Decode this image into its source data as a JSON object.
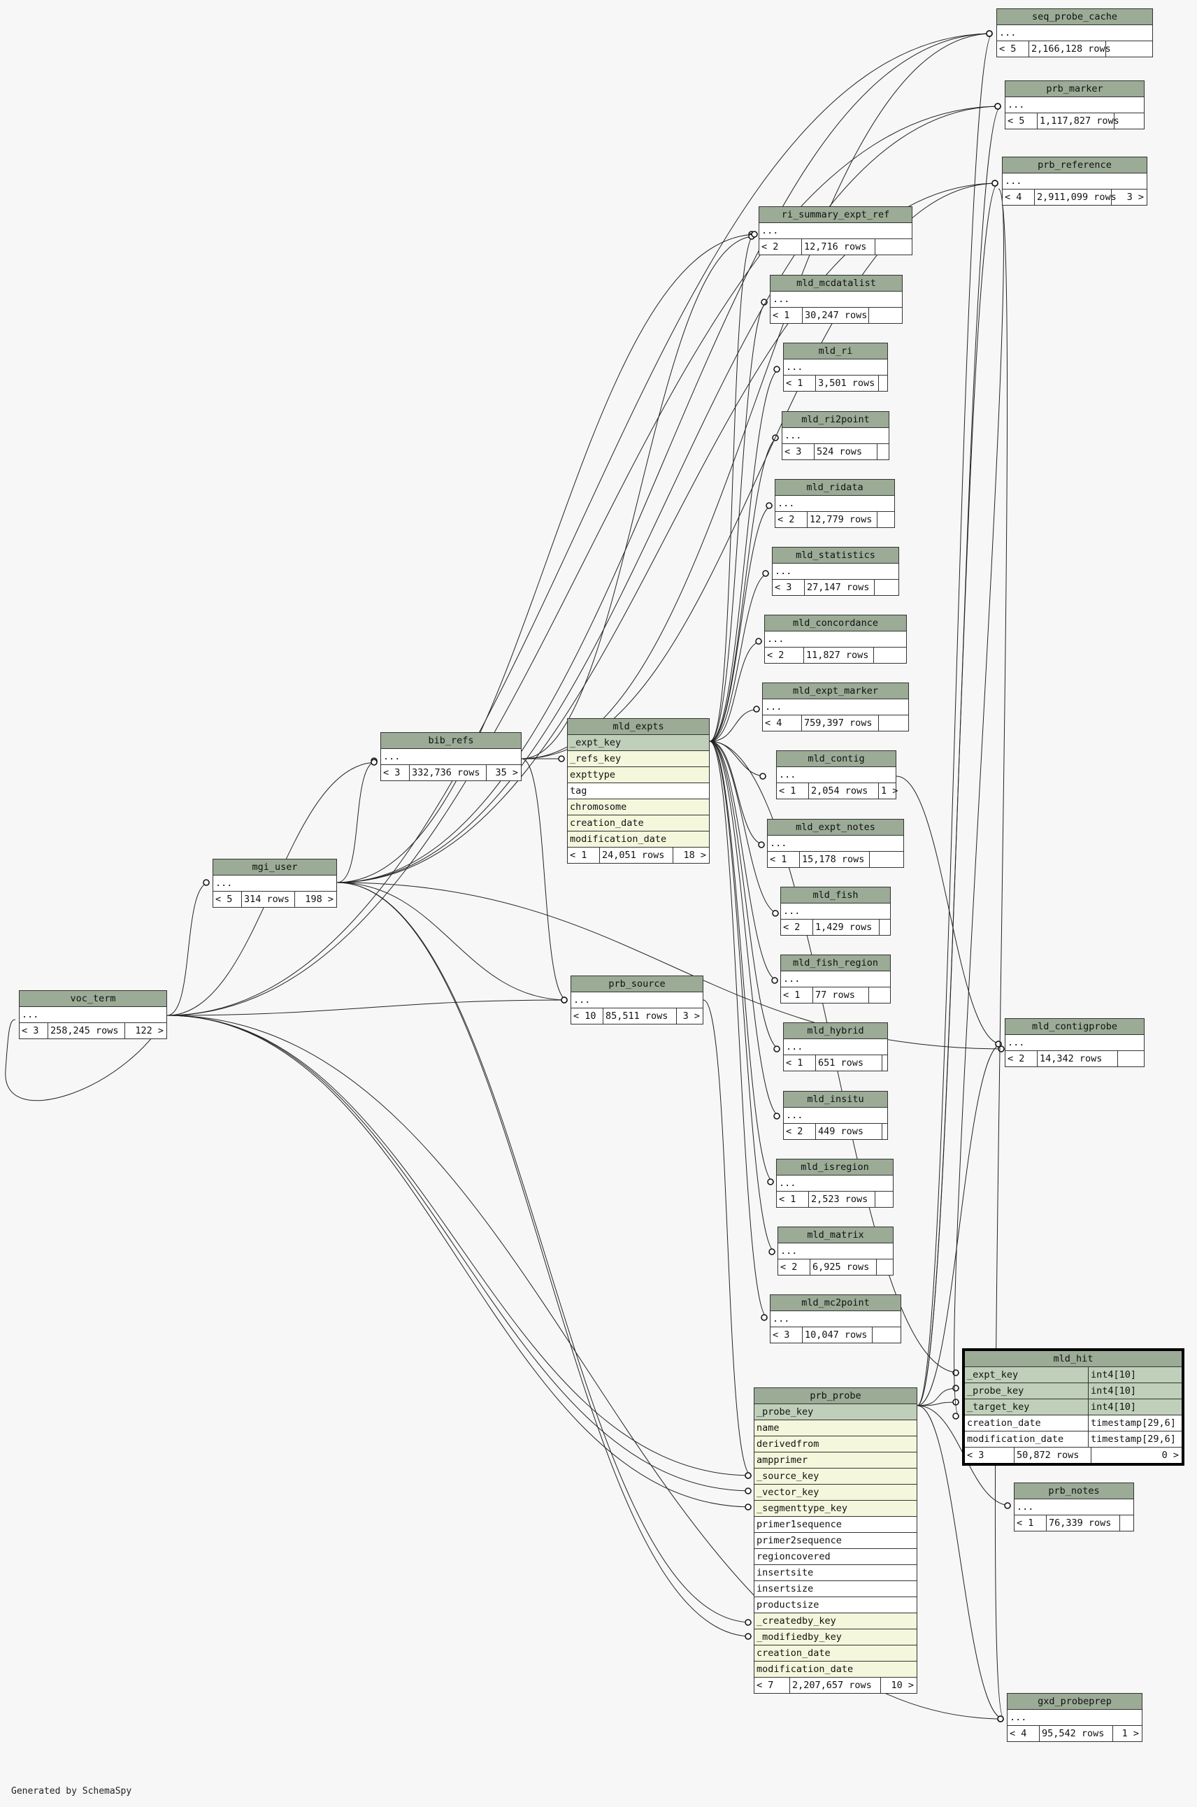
{
  "footer": "Generated by SchemaSpy",
  "colors": {
    "header": "#9bab96",
    "pk": "#bfcfb9",
    "fk": "#f4f7dc",
    "background": "#f7f7f7"
  },
  "tables": [
    {
      "id": "seq_probe_cache",
      "name": "seq_probe_cache",
      "rows": [
        "..."
      ],
      "parents": "< 5",
      "count": "2,166,128 rows",
      "children": ""
    },
    {
      "id": "prb_marker",
      "name": "prb_marker",
      "rows": [
        "..."
      ],
      "parents": "< 5",
      "count": "1,117,827 rows",
      "children": ""
    },
    {
      "id": "prb_reference",
      "name": "prb_reference",
      "rows": [
        "..."
      ],
      "parents": "< 4",
      "count": "2,911,099 rows",
      "children": "3 >"
    },
    {
      "id": "ri_summary_expt_ref",
      "name": "ri_summary_expt_ref",
      "rows": [
        "..."
      ],
      "parents": "< 2",
      "count": "12,716 rows",
      "children": ""
    },
    {
      "id": "mld_mcdatalist",
      "name": "mld_mcdatalist",
      "rows": [
        "..."
      ],
      "parents": "< 1",
      "count": "30,247 rows",
      "children": ""
    },
    {
      "id": "mld_ri",
      "name": "mld_ri",
      "rows": [
        "..."
      ],
      "parents": "< 1",
      "count": "3,501 rows",
      "children": ""
    },
    {
      "id": "mld_ri2point",
      "name": "mld_ri2point",
      "rows": [
        "..."
      ],
      "parents": "< 3",
      "count": "524 rows",
      "children": ""
    },
    {
      "id": "mld_ridata",
      "name": "mld_ridata",
      "rows": [
        "..."
      ],
      "parents": "< 2",
      "count": "12,779 rows",
      "children": ""
    },
    {
      "id": "mld_statistics",
      "name": "mld_statistics",
      "rows": [
        "..."
      ],
      "parents": "< 3",
      "count": "27,147 rows",
      "children": ""
    },
    {
      "id": "mld_concordance",
      "name": "mld_concordance",
      "rows": [
        "..."
      ],
      "parents": "< 2",
      "count": "11,827 rows",
      "children": ""
    },
    {
      "id": "mld_expt_marker",
      "name": "mld_expt_marker",
      "rows": [
        "..."
      ],
      "parents": "< 4",
      "count": "759,397 rows",
      "children": ""
    },
    {
      "id": "mld_contig",
      "name": "mld_contig",
      "rows": [
        "..."
      ],
      "parents": "< 1",
      "count": "2,054 rows",
      "children": "1 >"
    },
    {
      "id": "mld_expt_notes",
      "name": "mld_expt_notes",
      "rows": [
        "..."
      ],
      "parents": "< 1",
      "count": "15,178 rows",
      "children": ""
    },
    {
      "id": "mld_fish",
      "name": "mld_fish",
      "rows": [
        "..."
      ],
      "parents": "< 2",
      "count": "1,429 rows",
      "children": ""
    },
    {
      "id": "mld_fish_region",
      "name": "mld_fish_region",
      "rows": [
        "..."
      ],
      "parents": "< 1",
      "count": "77 rows",
      "children": ""
    },
    {
      "id": "mld_hybrid",
      "name": "mld_hybrid",
      "rows": [
        "..."
      ],
      "parents": "< 1",
      "count": "651 rows",
      "children": ""
    },
    {
      "id": "mld_insitu",
      "name": "mld_insitu",
      "rows": [
        "..."
      ],
      "parents": "< 2",
      "count": "449 rows",
      "children": ""
    },
    {
      "id": "mld_isregion",
      "name": "mld_isregion",
      "rows": [
        "..."
      ],
      "parents": "< 1",
      "count": "2,523 rows",
      "children": ""
    },
    {
      "id": "mld_matrix",
      "name": "mld_matrix",
      "rows": [
        "..."
      ],
      "parents": "< 2",
      "count": "6,925 rows",
      "children": ""
    },
    {
      "id": "mld_mc2point",
      "name": "mld_mc2point",
      "rows": [
        "..."
      ],
      "parents": "< 3",
      "count": "10,047 rows",
      "children": ""
    },
    {
      "id": "mld_contigprobe",
      "name": "mld_contigprobe",
      "rows": [
        "..."
      ],
      "parents": "< 2",
      "count": "14,342 rows",
      "children": ""
    },
    {
      "id": "prb_notes",
      "name": "prb_notes",
      "rows": [
        "..."
      ],
      "parents": "< 1",
      "count": "76,339 rows",
      "children": ""
    },
    {
      "id": "gxd_probeprep",
      "name": "gxd_probeprep",
      "rows": [
        "..."
      ],
      "parents": "< 4",
      "count": "95,542 rows",
      "children": "1 >"
    },
    {
      "id": "bib_refs",
      "name": "bib_refs",
      "rows": [
        "..."
      ],
      "parents": "< 3",
      "count": "332,736 rows",
      "children": "35 >"
    },
    {
      "id": "mgi_user",
      "name": "mgi_user",
      "rows": [
        "..."
      ],
      "parents": "< 5",
      "count": "314 rows",
      "children": "198 >"
    },
    {
      "id": "voc_term",
      "name": "voc_term",
      "rows": [
        "..."
      ],
      "parents": "< 3",
      "count": "258,245 rows",
      "children": "122 >"
    },
    {
      "id": "prb_source",
      "name": "prb_source",
      "rows": [
        "..."
      ],
      "parents": "< 10",
      "count": "85,511 rows",
      "children": "3 >"
    },
    {
      "id": "mld_expts",
      "name": "mld_expts",
      "rows": [
        {
          "name": "_expt_key",
          "kind": "pk"
        },
        {
          "name": "_refs_key",
          "kind": "fk"
        },
        {
          "name": "expttype",
          "kind": "fk"
        },
        {
          "name": "tag",
          "kind": ""
        },
        {
          "name": "chromosome",
          "kind": "fk"
        },
        {
          "name": "creation_date",
          "kind": "fk"
        },
        {
          "name": "modification_date",
          "kind": "fk"
        }
      ],
      "parents": "< 1",
      "count": "24,051 rows",
      "children": "18 >"
    },
    {
      "id": "mld_hit",
      "name": "mld_hit",
      "focus": true,
      "rows": [
        {
          "name": "_expt_key",
          "kind": "pk",
          "type": "int4[10]"
        },
        {
          "name": "_probe_key",
          "kind": "pk",
          "type": "int4[10]"
        },
        {
          "name": "_target_key",
          "kind": "pk",
          "type": "int4[10]"
        },
        {
          "name": "creation_date",
          "kind": "",
          "type": "timestamp[29,6]"
        },
        {
          "name": "modification_date",
          "kind": "",
          "type": "timestamp[29,6]"
        }
      ],
      "parents": "< 3",
      "count": "50,872 rows",
      "children": "0 >"
    },
    {
      "id": "prb_probe",
      "name": "prb_probe",
      "rows": [
        {
          "name": "_probe_key",
          "kind": "pk"
        },
        {
          "name": "name",
          "kind": "fk"
        },
        {
          "name": "derivedfrom",
          "kind": "fk"
        },
        {
          "name": "ampprimer",
          "kind": "fk"
        },
        {
          "name": "_source_key",
          "kind": "fk"
        },
        {
          "name": "_vector_key",
          "kind": "fk"
        },
        {
          "name": "_segmenttype_key",
          "kind": "fk"
        },
        {
          "name": "primer1sequence",
          "kind": ""
        },
        {
          "name": "primer2sequence",
          "kind": ""
        },
        {
          "name": "regioncovered",
          "kind": ""
        },
        {
          "name": "insertsite",
          "kind": ""
        },
        {
          "name": "insertsize",
          "kind": ""
        },
        {
          "name": "productsize",
          "kind": ""
        },
        {
          "name": "_createdby_key",
          "kind": "fk"
        },
        {
          "name": "_modifiedby_key",
          "kind": "fk"
        },
        {
          "name": "creation_date",
          "kind": "fk"
        },
        {
          "name": "modification_date",
          "kind": "fk"
        }
      ],
      "parents": "< 7",
      "count": "2,207,657 rows",
      "children": "10 >"
    }
  ]
}
